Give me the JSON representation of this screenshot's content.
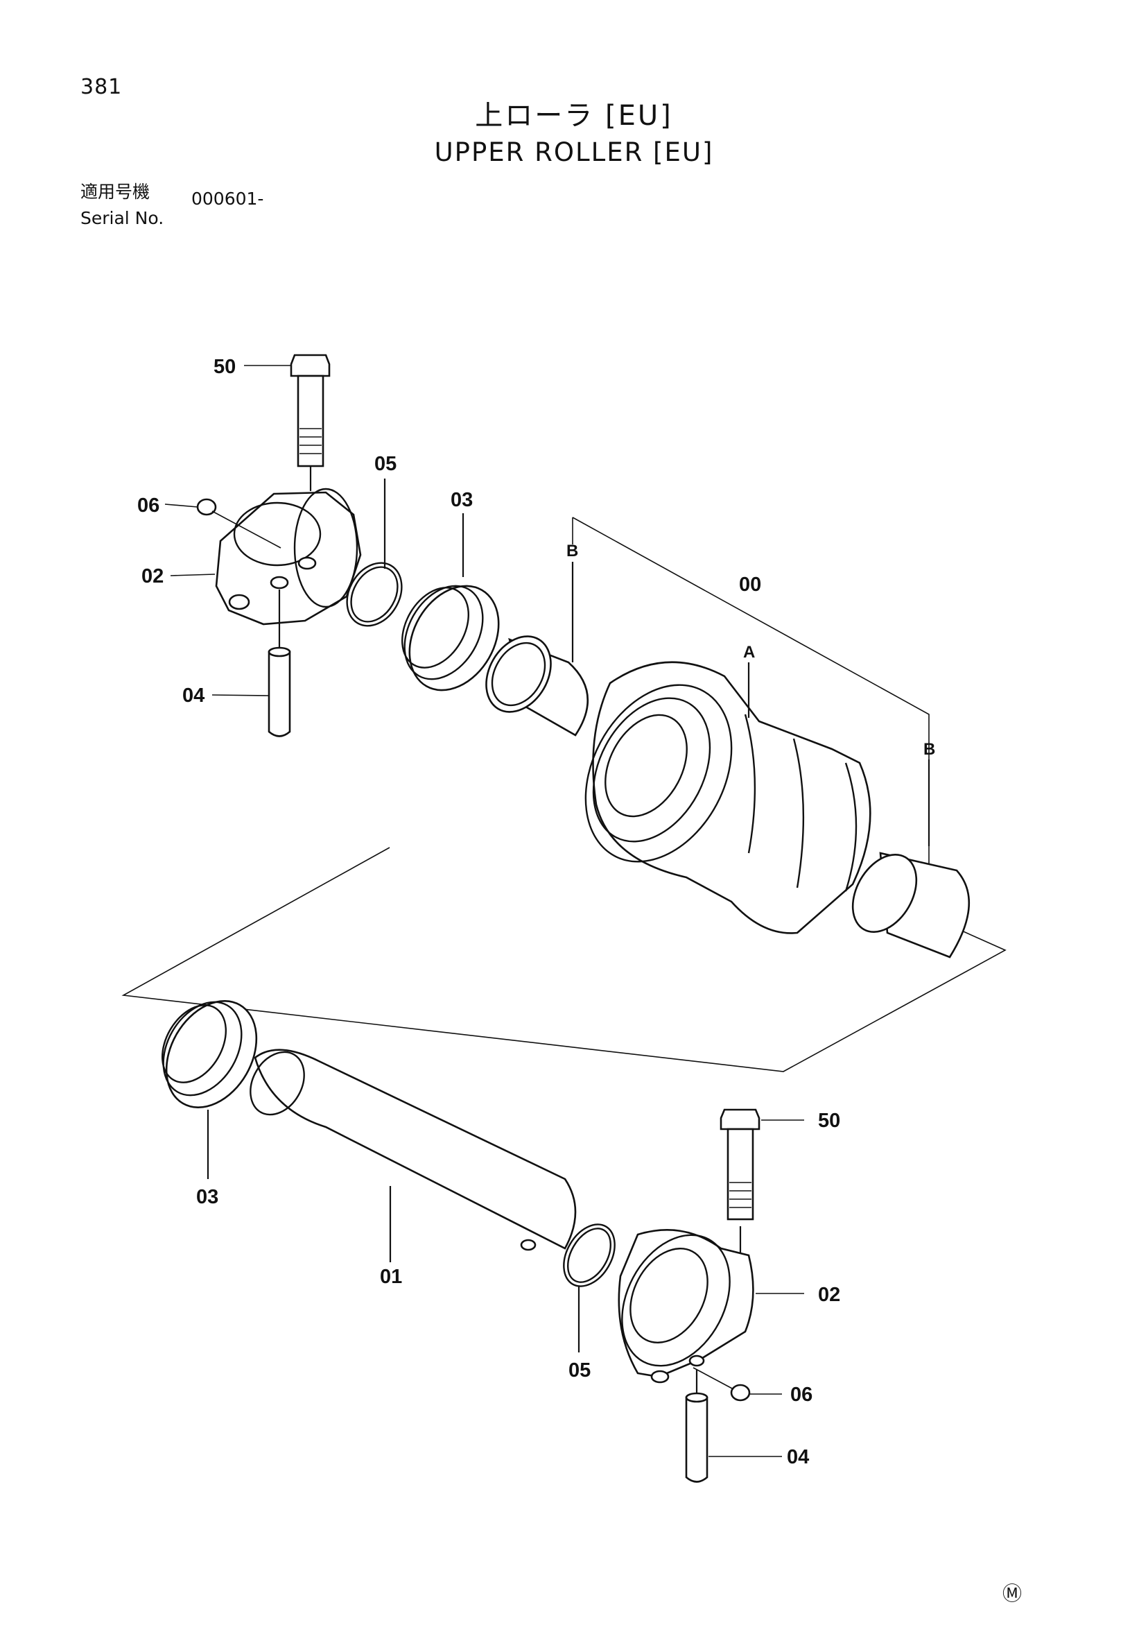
{
  "page": {
    "number": "381",
    "title_jp": "上ローラ [EU]",
    "title_en": "UPPER ROLLER [EU]",
    "serial_label_jp": "適用号機",
    "serial_label_en": "Serial No.",
    "serial_value": "000601-",
    "corner_mark": "Ⓜ"
  },
  "callouts": {
    "bolt_top": "50",
    "plug_top": "06",
    "bracket_top": "02",
    "pin_top": "04",
    "oring_top": "05",
    "seal_top": "03",
    "bushing_ref_left": "B",
    "roller_assy": "00",
    "roller_ref": "A",
    "bushing_ref_right": "B",
    "seal_bottom": "03",
    "shaft": "01",
    "oring_bottom": "05",
    "bolt_bottom": "50",
    "bracket_bottom": "02",
    "plug_bottom": "06",
    "pin_bottom": "04"
  }
}
